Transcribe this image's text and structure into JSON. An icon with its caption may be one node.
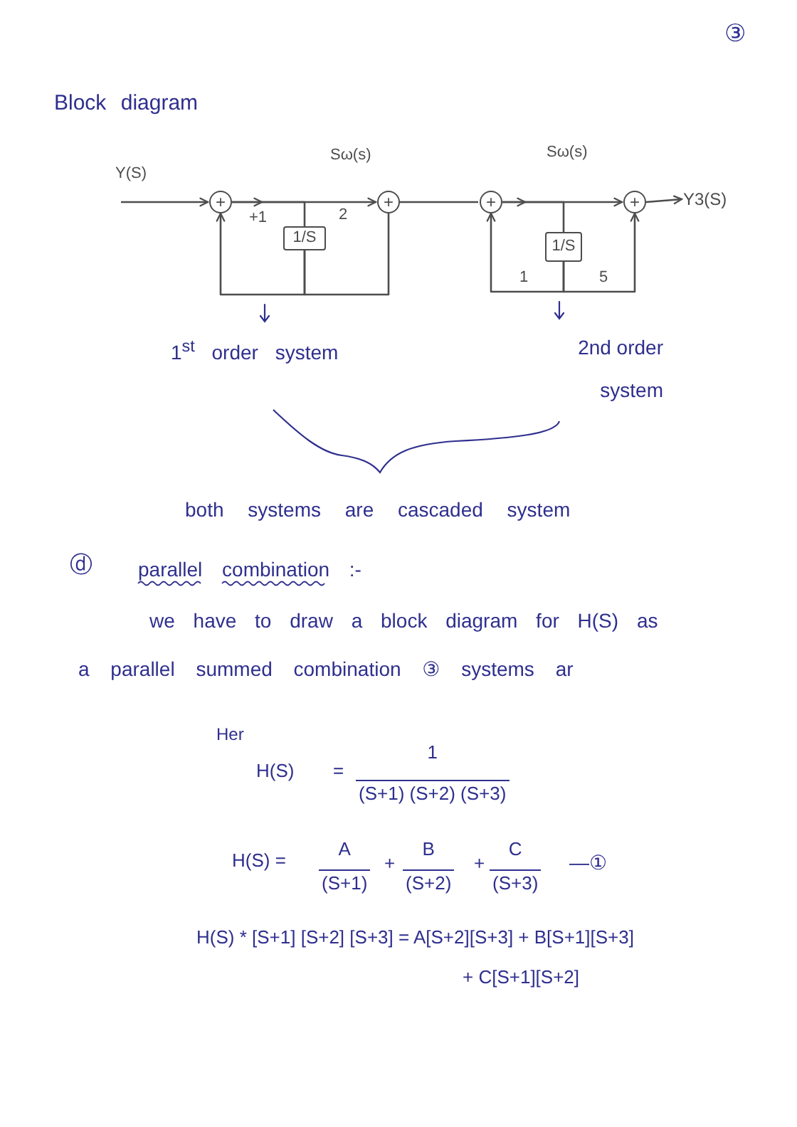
{
  "diagram": {
    "title": "Block diagram",
    "nodes": [
      {
        "text": [
          "+"
        ]
      },
      {
        "text": [
          "1/S"
        ]
      },
      {
        "text": [
          "+"
        ]
      },
      {
        "text": [
          "+"
        ]
      },
      {
        "text": [
          "1/S"
        ]
      },
      {
        "text": [
          "+"
        ]
      },
      {
        "text": [
          "Y3(S)"
        ]
      }
    ],
    "edges": [
      {
        "from": null,
        "to": 0,
        "arrow": "to",
        "label": "Y(S)"
      },
      {
        "from": 0,
        "to": 2,
        "arrow": "to"
      },
      {
        "from": 0,
        "to": 1,
        "arrow": "none"
      },
      {
        "from": 1,
        "to": 0,
        "arrow": "to"
      },
      {
        "from": 1,
        "to": 2,
        "arrow": "none"
      },
      {
        "from": 2,
        "to": 3,
        "arrow": "none"
      },
      {
        "from": 3,
        "to": 5,
        "arrow": "to"
      },
      {
        "from": 3,
        "to": 4,
        "arrow": "none"
      },
      {
        "from": 4,
        "to": 3,
        "arrow": "to",
        "label": "1"
      },
      {
        "from": 4,
        "to": 5,
        "arrow": "to",
        "label": "5"
      },
      {
        "from": 5,
        "to": 6,
        "arrow": "to"
      }
    ],
    "labels": [
      "③",
      "Sω(s)",
      "Sω(s)",
      "+1",
      "2",
      "1$^{st}$ order system",
      "2nd order system",
      "both systems are cascaded system",
      "ⓓ",
      "parallel combination :-",
      "we have to draw a block diagram for H(S) as",
      "a parallel summed combination ③ systems ar",
      "Her",
      "H(S)",
      "=",
      "1",
      "(S+1) (S+2) (S+3)",
      "H(S) =",
      "A",
      "(S+1)",
      "+",
      "B",
      "(S+2)",
      "+",
      "C",
      "(S+3)",
      "—①",
      "H(S) * [S+1] [S+2] [S+3] = A[S+2][S+3] + B[S+1][S+3]",
      "+ C[S+1][S+2]"
    ]
  }
}
